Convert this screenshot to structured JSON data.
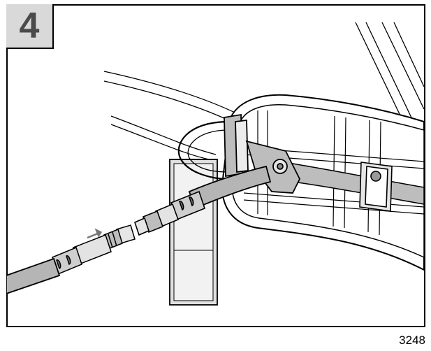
{
  "step": {
    "number": "4"
  },
  "figure": {
    "id": "3248"
  },
  "colors": {
    "line": "#000000",
    "hose": "#b5b5b5",
    "badge": "#d9d9d9",
    "background": "#ffffff"
  },
  "icons": [
    "step-number-badge",
    "insert-direction-arrow"
  ]
}
